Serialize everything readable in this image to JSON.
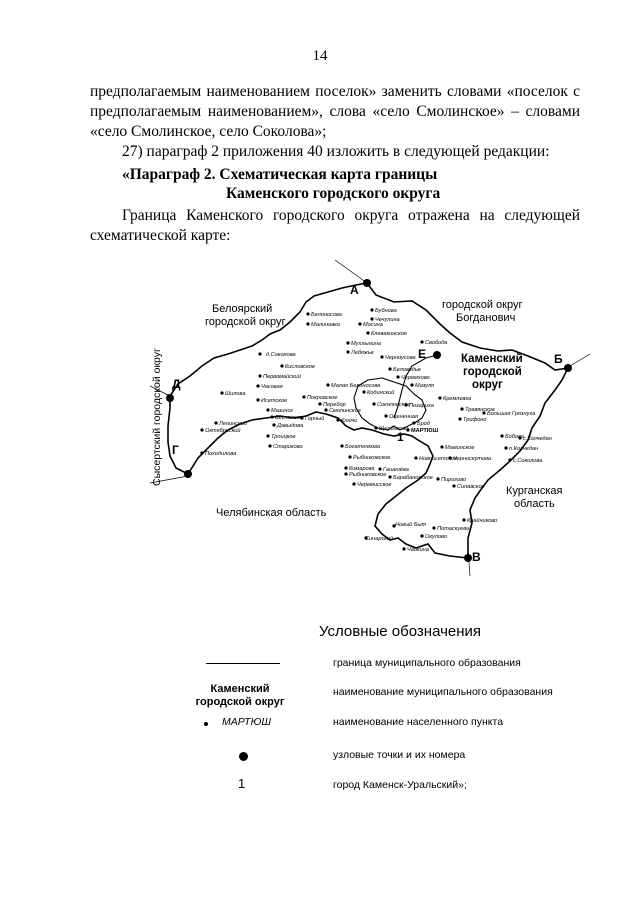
{
  "page_number": "14",
  "paragraphs": {
    "p1": "предполагаемым наименованием поселок» заменить словами «поселок с предполагаемым наименованием», слова «село Смолинское» – словами «село Смолинское, село Соколова»;",
    "p2": "27) параграф 2 приложения 40 изложить в следующей редакции:",
    "heading_line1": "«Параграф 2. Схематическая карта границы",
    "heading_line2": "Каменского городского округа",
    "p3": "Граница Каменского городского округа отражена на следующей схематической карте:"
  },
  "map": {
    "regions": {
      "beloyarsky_1": "Белоярский",
      "beloyarsky_2": "городской округ",
      "bogdanovich_1": "городской округ",
      "bogdanovich_2": "Богданович",
      "kamensky_1": "Каменский",
      "kamensky_2": "городской",
      "kamensky_3": "округ",
      "sysertsky": "Сысертский городской округ",
      "chelyabinsk": "Челябинская область",
      "kurgan_1": "Курганская",
      "kurgan_2": "область"
    },
    "node_points": {
      "a": "А",
      "b": "Б",
      "v": "В",
      "g": "Г",
      "d": "Д",
      "e": "Е"
    },
    "city_number": "1",
    "settlements": {
      "s01": "Белоносова",
      "s02": "Бубнова",
      "s03": "Чечулина",
      "s04": "Малиновка",
      "s05": "Мосина",
      "s06": "Клевакинское",
      "s07": "Мухлынина",
      "s08": "Свобода",
      "s09": "д.Соколова",
      "s10": "Лебяжье",
      "s11": "Черноусова",
      "s12": "Кисловское",
      "s13": "Беловодье",
      "s14": "Черемхово",
      "s15": "Первомайский",
      "s16": "Часовая",
      "s17": "Малая Белоносова",
      "s18": "Мазуля",
      "s19": "Кодинский",
      "s20": "Шилова",
      "s21": "Исетское",
      "s22": "Покровское",
      "s23": "Перебор",
      "s24": "Смолинское",
      "s25": "Соколовское",
      "s26": "Мазинск",
      "s27": "Беспалова",
      "s28": "Позариха",
      "s29": "Кремлевка",
      "s30": "Травянское",
      "s31": "Ленинский",
      "s32": "Давыдова",
      "s33": "Горный",
      "s34": "Ключи",
      "s35": "Брод",
      "s36": "Большая Грязнуха",
      "s37": "Оцененная",
      "s38": "Трифоно",
      "s39": "Октябрьский",
      "s40": "Щербаково",
      "s41": "МАРТЮШ",
      "s42": "Бобова",
      "s43": "с.Колчедан",
      "s44": "п.Колчедан",
      "s45": "Троицкое",
      "s46": "Богатенкова",
      "s47": "Походилова",
      "s48": "Стариково",
      "s49": "Рыбниковское",
      "s50": "Новоисетское",
      "s51": "Черноскутова",
      "s52": "с.Соколова",
      "s53": "Маминское",
      "s54": "Комарова",
      "s55": "Сипавское",
      "s56": "Гашенёва",
      "s57": "Барабановское",
      "s58": "Черемисское",
      "s59": "Пирогово",
      "s60": "Рыбниковское",
      "s61": "Крайчиково",
      "s62": "Новый Быт",
      "s63": "Потаскуева",
      "s64": "Синарский",
      "s65": "Окулово",
      "s66": "Чайкина"
    }
  },
  "legend": {
    "title": "Условные обозначения",
    "line_desc": "граница муниципального образования",
    "name_sample_1": "Каменский",
    "name_sample_2": "городской округ",
    "name_desc": "наименование муниципального образования",
    "settlement_sample": "МАРТЮШ",
    "settlement_desc": "наименование населенного пункта",
    "node_desc": "узловые точки и их номера",
    "city_sample": "1",
    "city_desc": "город Каменск-Уральский»;"
  }
}
